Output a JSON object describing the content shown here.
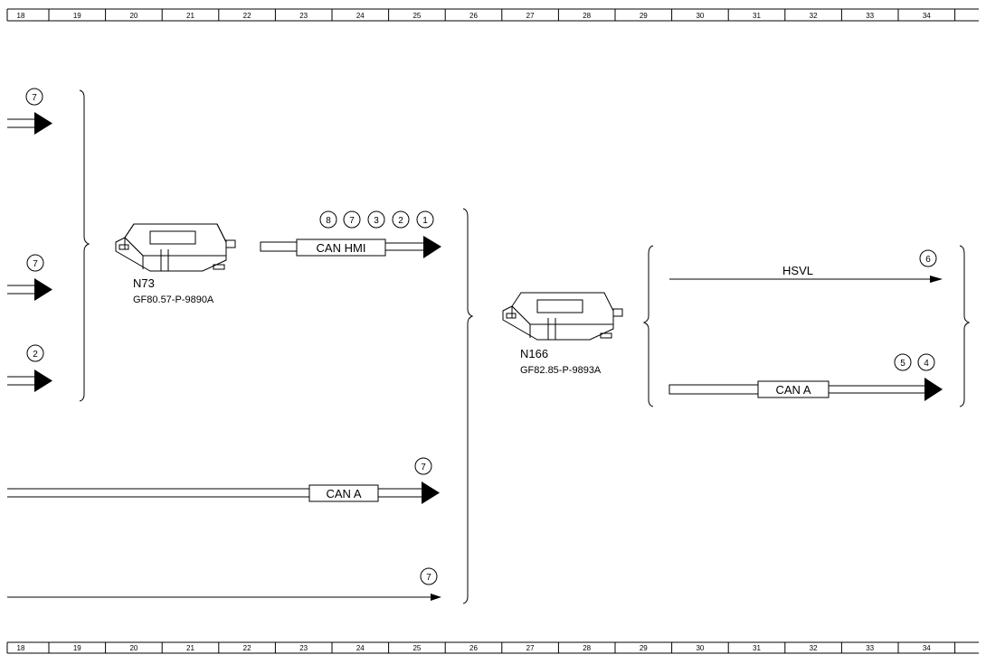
{
  "ruler": {
    "columns": [
      "18",
      "19",
      "20",
      "21",
      "22",
      "23",
      "24",
      "25",
      "26",
      "27",
      "28",
      "29",
      "30",
      "31",
      "32",
      "33",
      "34"
    ]
  },
  "components": {
    "n73": {
      "name": "N73",
      "part_ref": "GF80.57-P-9890A"
    },
    "n166": {
      "name": "N166",
      "part_ref": "GF82.85-P-9893A"
    }
  },
  "links": {
    "can_hmi": {
      "label": "CAN HMI",
      "refs": [
        "8",
        "7",
        "3",
        "2",
        "1"
      ]
    },
    "hsvl": {
      "label": "HSVL",
      "refs": [
        "6"
      ]
    },
    "can_a_right": {
      "label": "CAN A",
      "refs": [
        "5",
        "4"
      ]
    },
    "can_a_lower": {
      "label": "CAN A",
      "refs": [
        "7"
      ]
    },
    "in_1": {
      "refs": [
        "7"
      ]
    },
    "in_2": {
      "refs": [
        "7"
      ]
    },
    "in_3": {
      "refs": [
        "2"
      ]
    },
    "bottom_line": {
      "refs": [
        "7"
      ]
    }
  }
}
